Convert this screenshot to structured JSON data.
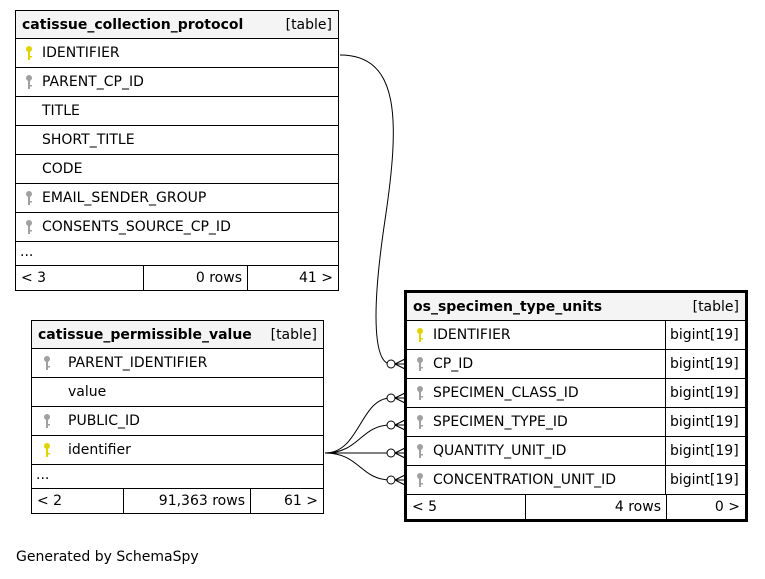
{
  "key_colors": {
    "primary": "#e0d400",
    "foreign": "#a0a0a0"
  },
  "tables": {
    "collection_protocol": {
      "name": "catissue_collection_protocol",
      "kind": "[table]",
      "columns": [
        {
          "name": "IDENTIFIER",
          "key": "primary"
        },
        {
          "name": "PARENT_CP_ID",
          "key": "foreign"
        },
        {
          "name": "TITLE",
          "key": "none"
        },
        {
          "name": "SHORT_TITLE",
          "key": "none"
        },
        {
          "name": "CODE",
          "key": "none"
        },
        {
          "name": "EMAIL_SENDER_GROUP",
          "key": "foreign"
        },
        {
          "name": "CONSENTS_SOURCE_CP_ID",
          "key": "foreign"
        }
      ],
      "more": "...",
      "footer": {
        "parents": "< 3",
        "rows": "0 rows",
        "children": "41 >"
      }
    },
    "permissible_value": {
      "name": "catissue_permissible_value",
      "kind": "[table]",
      "columns": [
        {
          "name": "PARENT_IDENTIFIER",
          "key": "foreign"
        },
        {
          "name": "value",
          "key": "none"
        },
        {
          "name": "PUBLIC_ID",
          "key": "foreign"
        },
        {
          "name": "identifier",
          "key": "primary"
        }
      ],
      "more": "...",
      "footer": {
        "parents": "< 2",
        "rows": "91,363 rows",
        "children": "61 >"
      }
    },
    "specimen_type_units": {
      "name": "os_specimen_type_units",
      "kind": "[table]",
      "columns": [
        {
          "name": "IDENTIFIER",
          "key": "primary",
          "type": "bigint[19]"
        },
        {
          "name": "CP_ID",
          "key": "foreign",
          "type": "bigint[19]"
        },
        {
          "name": "SPECIMEN_CLASS_ID",
          "key": "foreign",
          "type": "bigint[19]"
        },
        {
          "name": "SPECIMEN_TYPE_ID",
          "key": "foreign",
          "type": "bigint[19]"
        },
        {
          "name": "QUANTITY_UNIT_ID",
          "key": "foreign",
          "type": "bigint[19]"
        },
        {
          "name": "CONCENTRATION_UNIT_ID",
          "key": "foreign",
          "type": "bigint[19]"
        }
      ],
      "footer": {
        "parents": "< 5",
        "rows": "4 rows",
        "children": "0 >"
      }
    }
  },
  "credit": "Generated by SchemaSpy"
}
